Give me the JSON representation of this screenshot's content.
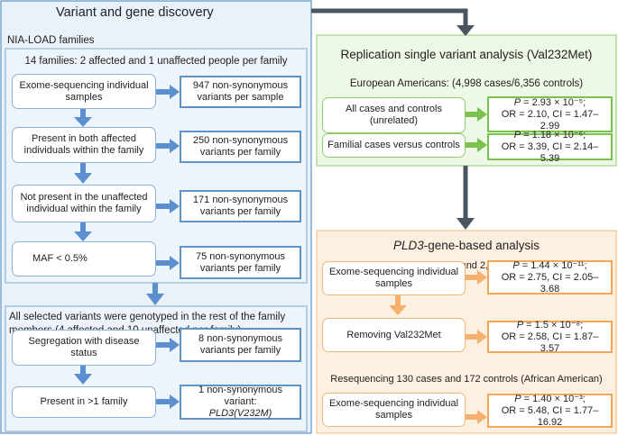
{
  "discovery": {
    "title": "Variant and gene discovery",
    "families_label": "NIA-LOAD families",
    "families_desc": "14 families: 2 affected and 1 unaffected people per family",
    "steps": [
      {
        "label": "Exome-sequencing individual samples",
        "result": "947 non-synonymous variants per sample"
      },
      {
        "label": "Present in both affected individuals within the family",
        "result": "250 non-synonymous variants per family"
      },
      {
        "label": "Not present in the unaffected individual within the family",
        "result": "171 non-synonymous variants per family"
      },
      {
        "label": "MAF < 0.5%",
        "result": "75 non-synonymous variants per family"
      }
    ],
    "genotyped_desc": "All selected variants were genotyped in the rest of the family members (4 affected and 10 unaffected per family)",
    "steps2": [
      {
        "label": "Segregation with disease status",
        "result": "8 non-synonymous variants per family"
      },
      {
        "label": "Present in >1 family",
        "result_prefix": "1 non-synonymous variant: ",
        "result_gene": "PLD3(V232M)"
      }
    ]
  },
  "replication": {
    "title": "Replication single variant analysis (Val232Met)",
    "cohort": "European Americans: (4,998 cases/6,356 controls)",
    "rows": [
      {
        "label": "All cases and controls (unrelated)",
        "p": "P = 2.93 × 10⁻⁵;",
        "or": "OR = 2.10, CI = 1.47–2.99"
      },
      {
        "label": "Familial cases versus controls",
        "p": "P = 1.18 × 10⁻⁶;",
        "or": "OR = 3.39, CI = 2.14–5.39"
      }
    ]
  },
  "gene_based": {
    "title_gene": "PLD3",
    "title_rest": "-gene-based analysis",
    "cohort_eu": "Resequencing 2,363 cases and 2,024 controls (European)",
    "rows_eu": [
      {
        "label": "Exome-sequencing individual samples",
        "p": "P = 1.44 × 10⁻¹¹;",
        "or": "OR = 2.75, CI = 2.05–3.68"
      },
      {
        "label": "Removing Val232Met",
        "p": "P = 1.5 × 10⁻⁸;",
        "or": "OR = 2.58, CI = 1.87–3.57"
      }
    ],
    "cohort_aa": "Resequencing 130 cases and 172 controls (African American)",
    "rows_aa": [
      {
        "label": "Exome-sequencing individual samples",
        "p": "P = 1.40 × 10⁻³;",
        "or": "OR = 5.48, CI = 1.77–16.92"
      }
    ]
  },
  "colors": {
    "blue_panel": "#e9f1f9",
    "blue_border": "#5e93c4",
    "blue_arrow": "#5b8fd0",
    "green_panel": "#eef8e6",
    "green_border": "#7ac24d",
    "orange_panel": "#fdf0e1",
    "orange_border": "#f0a858",
    "orange_arrow": "#f4b06c",
    "dark_arrow": "#4a5560"
  }
}
